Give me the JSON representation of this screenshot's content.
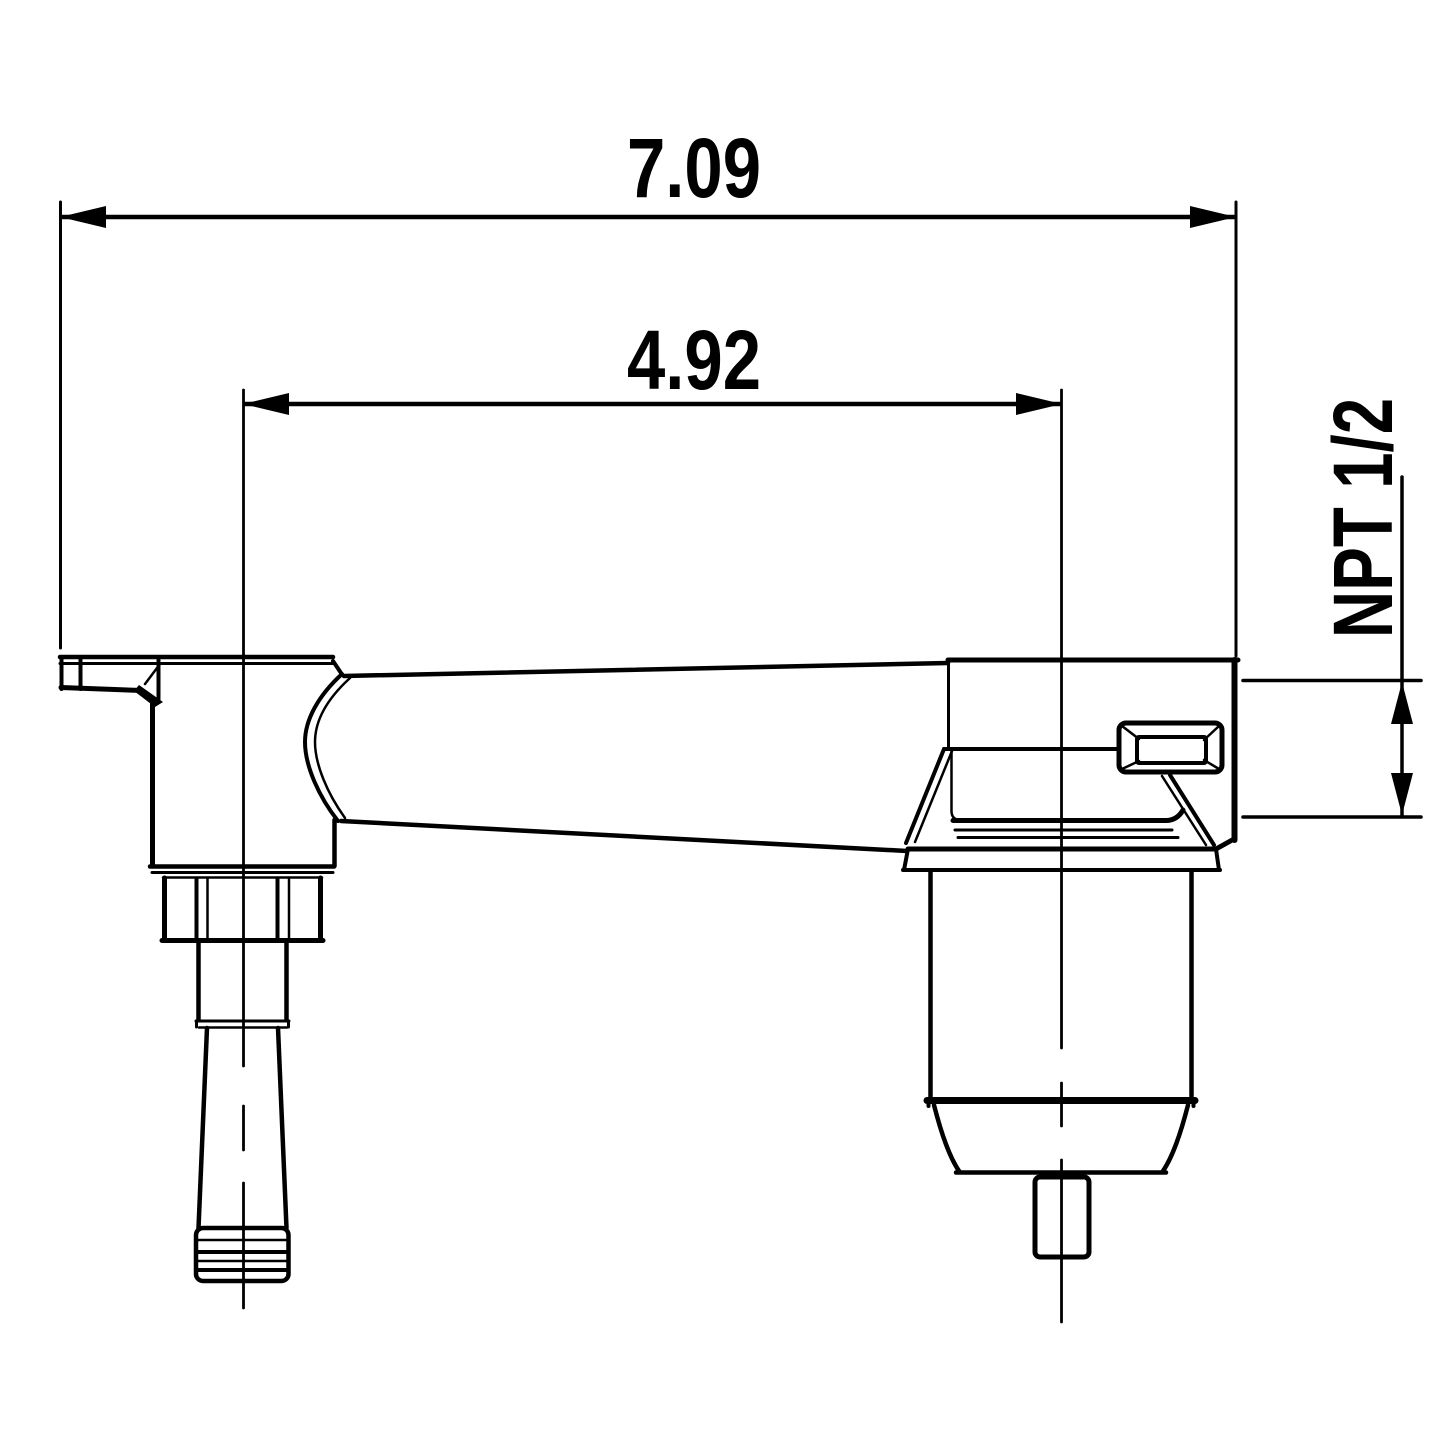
{
  "drawing": {
    "dimensions": {
      "overall_width": "7.09",
      "center_to_center": "4.92",
      "inlet_thread": "NPT 1/2"
    },
    "colors": {
      "line": "#000000",
      "background": "#ffffff"
    }
  }
}
